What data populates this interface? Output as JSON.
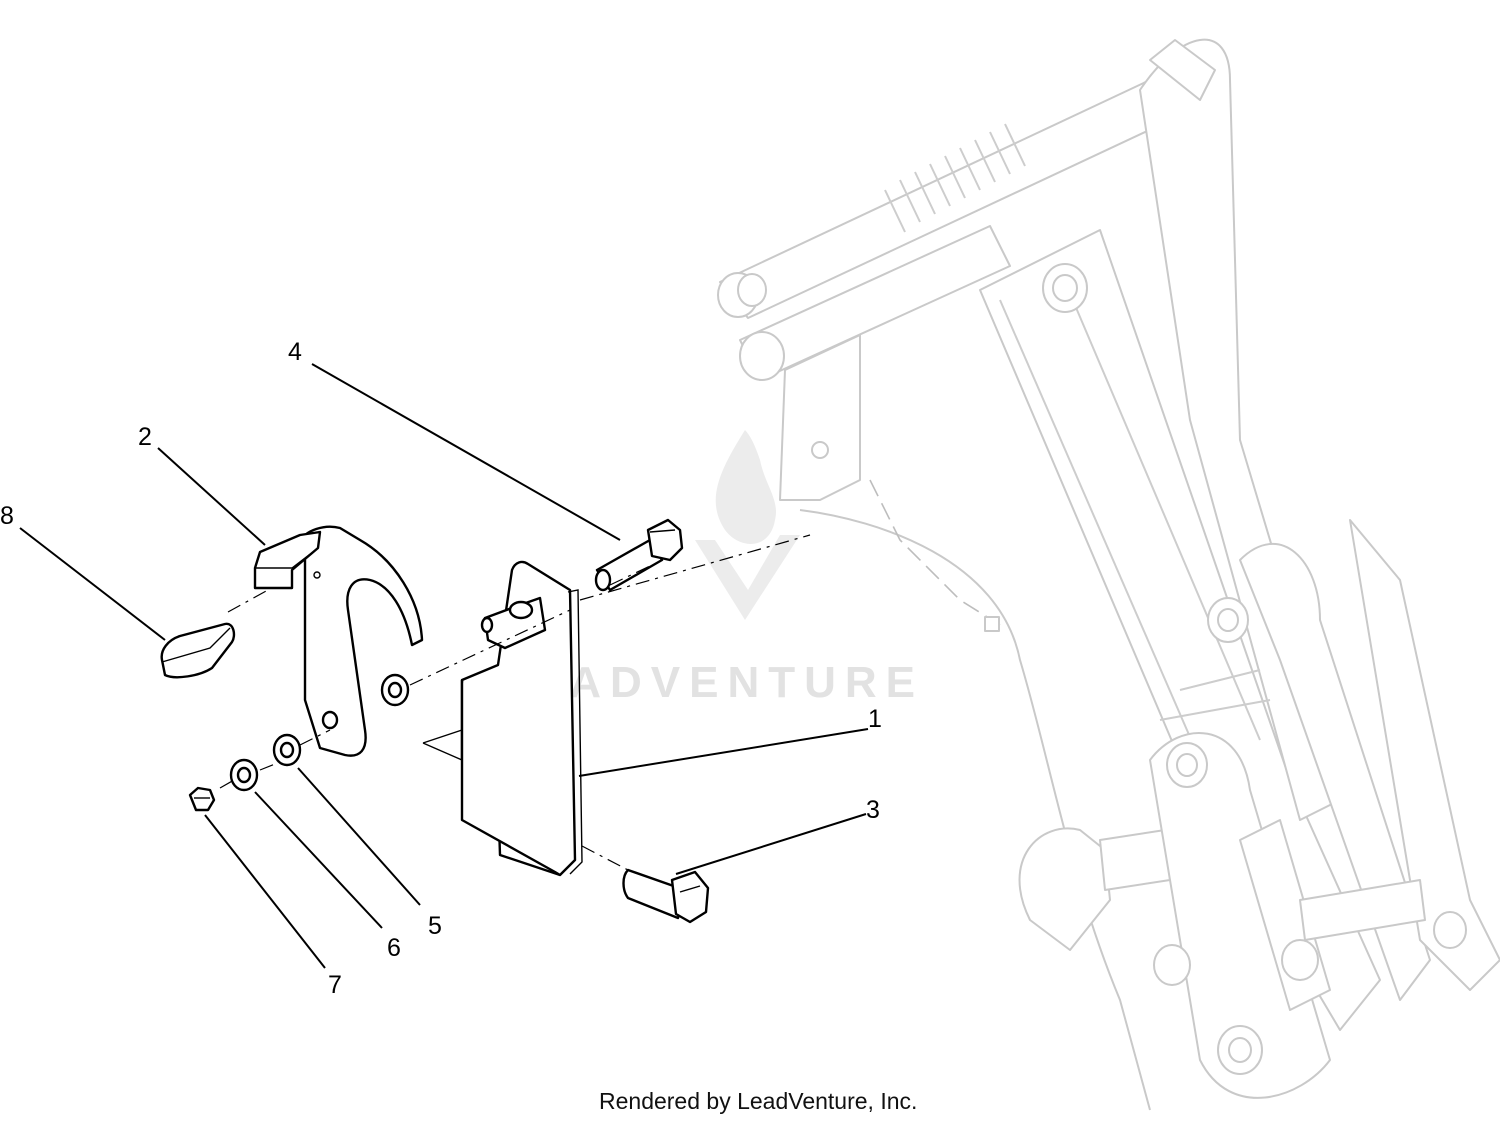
{
  "callouts": [
    {
      "label": "1"
    },
    {
      "label": "2"
    },
    {
      "label": "3"
    },
    {
      "label": "4"
    },
    {
      "label": "5"
    },
    {
      "label": "6"
    },
    {
      "label": "7"
    },
    {
      "label": "8"
    }
  ],
  "watermark": {
    "text": "LEADVENTURE",
    "icon": "flame-v-logo-icon"
  },
  "credit": "Rendered by LeadVenture, Inc.",
  "colors": {
    "line": "#000000",
    "frame": "#c9c9c9",
    "watermark": "#e2e2e2",
    "background": "#ffffff"
  }
}
